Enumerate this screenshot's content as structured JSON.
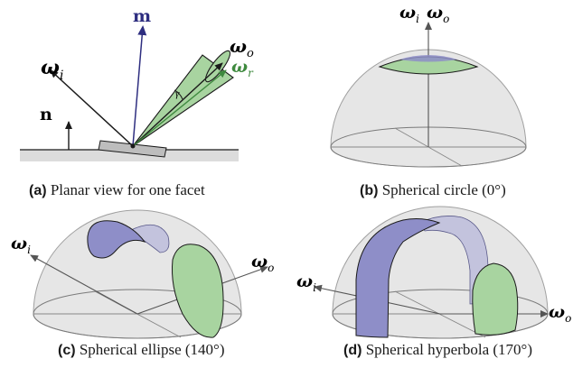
{
  "panel_a": {
    "label_wi": "ω",
    "label_wi_sub": "i",
    "label_m": "m",
    "label_n": "n",
    "label_wo": "ω",
    "label_wo_sub": "o",
    "label_wr": "ω",
    "label_wr_sub": "r",
    "label_gamma": "γ",
    "caption_tag": "(a)",
    "caption_text": "Planar view for one facet"
  },
  "panel_b": {
    "label_wi": "ω",
    "label_wi_sub": "i",
    "label_wo": "ω",
    "label_wo_sub": "o",
    "caption_tag": "(b)",
    "caption_text": "Spherical circle (0°)"
  },
  "panel_c": {
    "label_wi": "ω",
    "label_wi_sub": "i",
    "label_wo": "ω",
    "label_wo_sub": "o",
    "caption_tag": "(c)",
    "caption_text": "Spherical ellipse (140°)"
  },
  "panel_d": {
    "label_wi": "ω",
    "label_wi_sub": "i",
    "label_wo": "ω",
    "label_wo_sub": "o",
    "caption_tag": "(d)",
    "caption_text": "Spherical hyperbola (170°)"
  },
  "colors": {
    "green_fill": "#a8d4a0",
    "green_stroke": "#3f8a3f",
    "purple_fill": "#8e8ec8",
    "purple_light": "#c3c3dd",
    "m_vector": "#2e2e80",
    "dome_fill": "#e6e6e6",
    "ground": "#d8d8d8"
  }
}
